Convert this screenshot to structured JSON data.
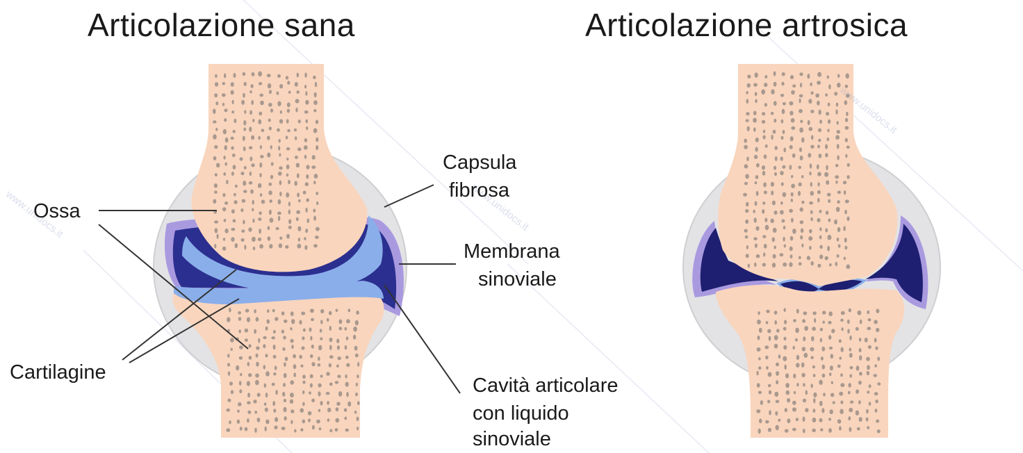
{
  "titles": {
    "healthy": "Articolazione sana",
    "arthritic": "Articolazione artrosica"
  },
  "labels": {
    "bones": "Ossa",
    "cartilage": "Cartilagine",
    "capsule_line1": "Capsula",
    "capsule_line2": "fibrosa",
    "synovial_membrane_line1": "Membrana",
    "synovial_membrane_line2": "sinoviale",
    "cavity_line1": "Cavità articolare",
    "cavity_line2": "con liquido",
    "cavity_line3": "sinoviale"
  },
  "watermark": {
    "text": "www.unidocs.it"
  },
  "colors": {
    "bone": "#f9d5bd",
    "bone_pore": "#a9998f",
    "capsule": "#e2e2e4",
    "membrane": "#a99ae0",
    "cartilage": "#8aaeea",
    "cavity_fluid": "#2b2f8f",
    "leader_line": "#333333"
  }
}
